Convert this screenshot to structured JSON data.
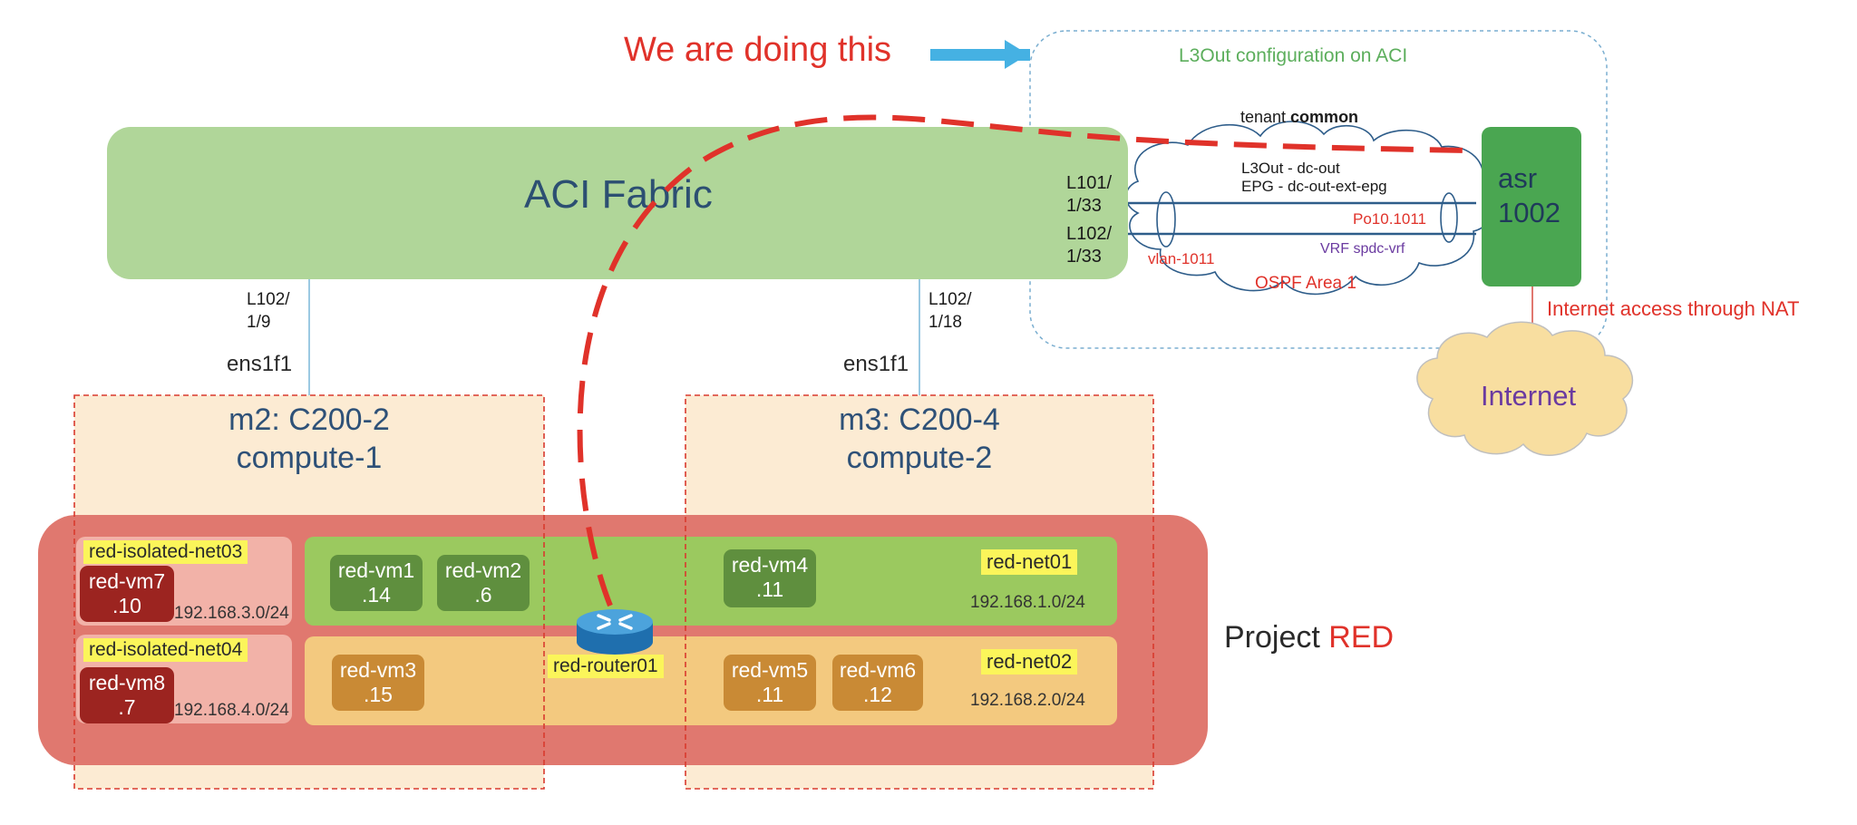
{
  "colors": {
    "accent_red": "#e0322a",
    "arrow_blue": "#45b1e3",
    "fabric_green": "#b0d699",
    "project_red": "#e0786f",
    "compute_peach": "#fcebd3",
    "net_green": "#9bc95f",
    "net_orange": "#f3c97f",
    "internet_cloud": "#f8dea0",
    "asr_green": "#4aa651",
    "highlight_yellow": "#fbf55a",
    "text_blue": "#2e5178",
    "ospf_red": "#e0322a",
    "vrf_purple": "#6a3aa0",
    "internet_purple": "#6a3aa0",
    "l3out_green": "#5cae5c"
  },
  "headline": "We are doing this",
  "l3out_title": "L3Out configuration on ACI",
  "fabric": {
    "label": "ACI Fabric"
  },
  "tenant": {
    "prefix": "tenant ",
    "name": "common"
  },
  "l3out": {
    "line1": "L3Out - dc-out",
    "line2": "EPG - dc-out-ext-epg"
  },
  "leaf_ports": {
    "l101": "L101/\n1/33",
    "l102": "L102/\n1/33"
  },
  "po_label": "Po10.1011",
  "vlan_label": "vlan-1011",
  "vrf_label": "VRF spdc-vrf",
  "ospf_label": "OSPF Area 1",
  "asr": {
    "label": "asr\n1002"
  },
  "internet_access": "Internet access through NAT",
  "internet": "Internet",
  "uplinks": {
    "left_port": "L102/\n1/9",
    "left_nic": "ens1f1",
    "right_port": "L102/\n1/18",
    "right_nic": "ens1f1"
  },
  "computes": [
    {
      "line1": "m2: C200-2",
      "line2": "compute-1"
    },
    {
      "line1": "m3: C200-4",
      "line2": "compute-2"
    }
  ],
  "project": {
    "prefix": "Project ",
    "name": "RED"
  },
  "router": {
    "label": "red-router01",
    "icon": "router-icon"
  },
  "isolated_nets": [
    {
      "name": "red-isolated-net03",
      "vm_name": "red-vm7",
      "vm_ip": ".10",
      "subnet": "192.168.3.0/24"
    },
    {
      "name": "red-isolated-net04",
      "vm_name": "red-vm8",
      "vm_ip": ".7",
      "subnet": "192.168.4.0/24"
    }
  ],
  "networks": [
    {
      "name": "red-net01",
      "subnet": "192.168.1.0/24",
      "vms": [
        {
          "name": "red-vm1",
          "ip": ".14"
        },
        {
          "name": "red-vm2",
          "ip": ".6"
        },
        {
          "name": "red-vm4",
          "ip": ".11"
        }
      ]
    },
    {
      "name": "red-net02",
      "subnet": "192.168.2.0/24",
      "vms": [
        {
          "name": "red-vm3",
          "ip": ".15"
        },
        {
          "name": "red-vm5",
          "ip": ".11"
        },
        {
          "name": "red-vm6",
          "ip": ".12"
        }
      ]
    }
  ]
}
